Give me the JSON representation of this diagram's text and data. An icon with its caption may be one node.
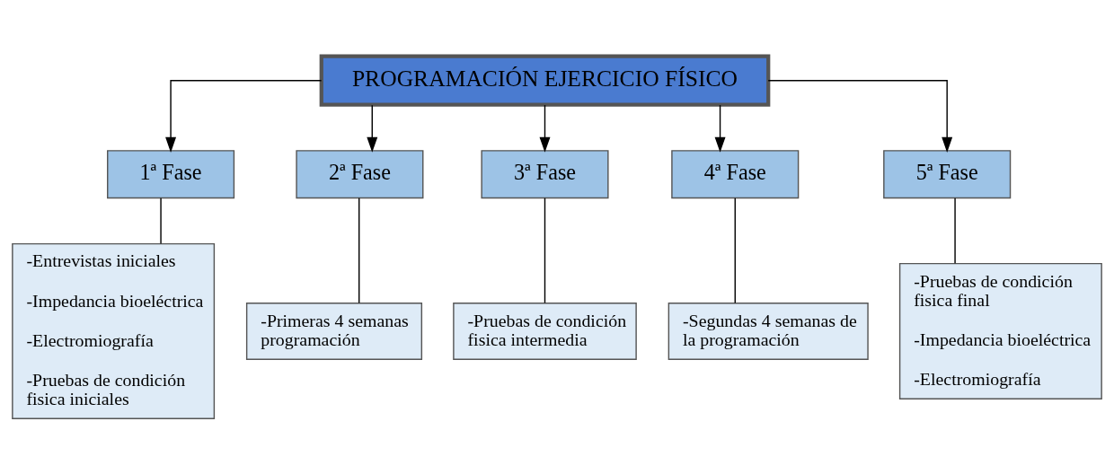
{
  "diagram": {
    "nodes": [
      {
        "text": [
          "PROGRAMACIÓN EJERCICIO FÍSICO"
        ]
      },
      {
        "text": [
          "1ª Fase"
        ]
      },
      {
        "text": [
          "2ª Fase"
        ]
      },
      {
        "text": [
          "3ª Fase"
        ]
      },
      {
        "text": [
          "4ª Fase"
        ]
      },
      {
        "text": [
          "5ª Fase"
        ]
      },
      {
        "text": [
          "-Entrevistas iniciales",
          "-Impedancia bioeléctrica",
          "-Electromiografía",
          "-Pruebas de condición fisica iniciales"
        ]
      },
      {
        "text": [
          "-Primeras 4 semanas programación"
        ]
      },
      {
        "text": [
          "-Pruebas de condición fisica intermedia"
        ]
      },
      {
        "text": [
          "-Segundas 4 semanas de la programación"
        ]
      },
      {
        "text": [
          "-Pruebas de condición fisica final",
          "-Impedancia bioeléctrica",
          "-Electromiografía"
        ]
      }
    ],
    "edges": [
      {
        "from": 0,
        "to": 1,
        "arrow": "to"
      },
      {
        "from": 0,
        "to": 2,
        "arrow": "to"
      },
      {
        "from": 0,
        "to": 3,
        "arrow": "to"
      },
      {
        "from": 0,
        "to": 4,
        "arrow": "to"
      },
      {
        "from": 0,
        "to": 5,
        "arrow": "to"
      },
      {
        "from": 1,
        "to": 6,
        "arrow": "none"
      },
      {
        "from": 2,
        "to": 7,
        "arrow": "none"
      },
      {
        "from": 3,
        "to": 8,
        "arrow": "none"
      },
      {
        "from": 4,
        "to": 9,
        "arrow": "none"
      },
      {
        "from": 5,
        "to": 10,
        "arrow": "none"
      }
    ]
  }
}
